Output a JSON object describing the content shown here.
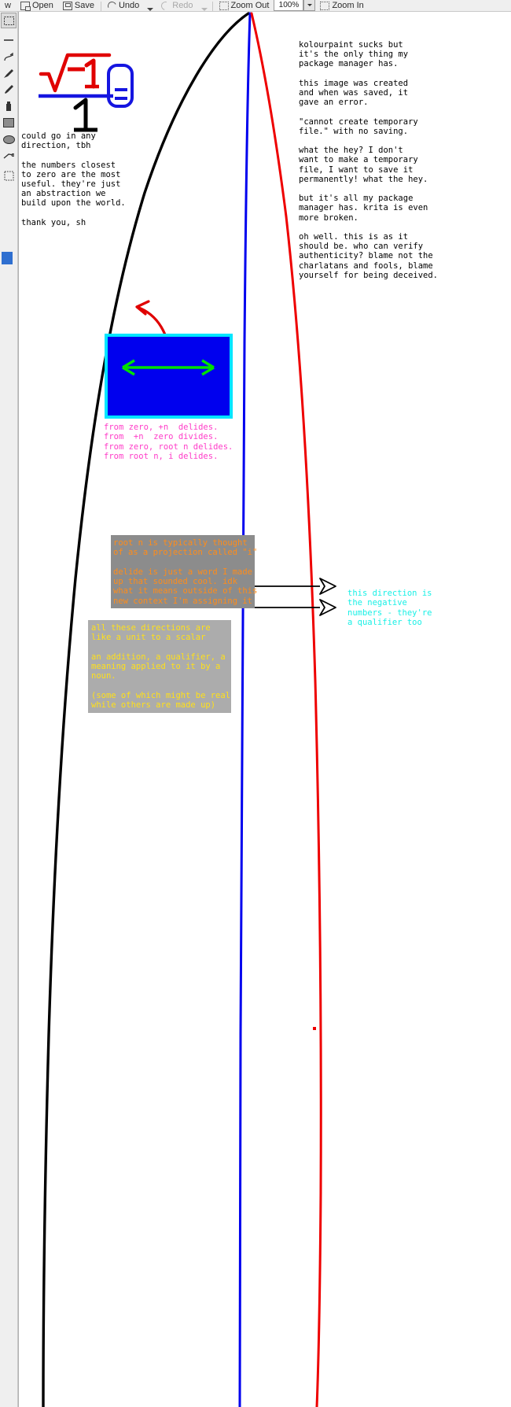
{
  "app": {
    "name": "KolourPaint",
    "zoom_level": "100%"
  },
  "toolbar": {
    "items": [
      {
        "label": "w",
        "icon": "window-icon",
        "enabled": true
      },
      {
        "label": "Open",
        "icon": "open-folder-icon",
        "enabled": true
      },
      {
        "label": "Save",
        "icon": "save-disk-icon",
        "enabled": true
      },
      {
        "label": "Undo",
        "icon": "undo-arrow-icon",
        "enabled": true,
        "has_dropdown": true
      },
      {
        "label": "Redo",
        "icon": "redo-arrow-icon",
        "enabled": false,
        "has_dropdown": true
      },
      {
        "label": "Zoom Out",
        "icon": "zoom-out-icon",
        "enabled": true
      },
      {
        "label": "Zoom In",
        "icon": "zoom-in-icon",
        "enabled": true
      }
    ],
    "zoom_value": "100%"
  },
  "sidebar": {
    "tools": [
      {
        "name": "rectangular-select-tool",
        "selected": true
      },
      {
        "name": "line-tool",
        "selected": false
      },
      {
        "name": "curve-tool",
        "selected": false
      },
      {
        "name": "brush-tool",
        "selected": false
      },
      {
        "name": "color-picker-tool",
        "selected": false
      },
      {
        "name": "spraycan-tool",
        "selected": false
      },
      {
        "name": "rectangle-tool",
        "selected": false
      },
      {
        "name": "ellipse-tool",
        "selected": false
      },
      {
        "name": "connected-lines-tool",
        "selected": false
      },
      {
        "name": "free-form-select-tool",
        "selected": false
      }
    ]
  },
  "canvas": {
    "equation": {
      "numerator": "√−1",
      "denominator": "1",
      "equals": "=",
      "result_box": "blue-rounded-rectangle"
    },
    "notes_left": [
      "could go in any",
      "direction, tbh",
      "",
      "the numbers closest",
      "to zero are the most",
      "useful. they're just",
      "an abstraction we",
      "build upon the world.",
      "",
      "thank you, sh"
    ],
    "notes_right": [
      "kolourpaint sucks but",
      "it's the only thing my",
      "package manager has.",
      "",
      "this image was created",
      "and when was saved, it",
      "gave an error.",
      "",
      "\"cannot create temporary",
      "file.\" with no saving.",
      "",
      "what the hey? I don't",
      "want to make a temporary",
      "file, I want to save it",
      "permanently! what the hey.",
      "",
      "but it's all my package",
      "manager has. krita is even",
      "more broken.",
      "",
      "oh well. this is as it",
      "should be. who can verify",
      "authenticity? blame not the",
      "charlatans and fools, blame",
      "yourself for being deceived."
    ],
    "magenta_lines": [
      "from zero, +n  delides.",
      "from  +n  zero divides.",
      "from zero, root n delides.",
      "from root n, i delides."
    ],
    "orange_box_lines": [
      "root n is typically thought",
      "of as a projection called \"i\"",
      "",
      "delide is just a word I made",
      "up that sounded cool. idk",
      "what it means outside of this",
      "new context I'm assigning it"
    ],
    "yellow_box_lines": [
      "all these directions are",
      "like a unit to a scalar",
      "",
      "an addition, a qualifier, a",
      "meaning applied to it by a",
      "noun.",
      "",
      "(some of which might be real",
      "while others are made up)"
    ],
    "cyan_lines": [
      "this direction is",
      "the negative",
      "numbers - they're",
      "a qualifier too"
    ],
    "colors": {
      "black_curve": "#000000",
      "blue_curve": "#0000ee",
      "red_curve": "#ee0000",
      "magenta_text": "#ff3cc8",
      "orange_text": "#ff8c1a",
      "yellow_text": "#ffe019",
      "cyan_text": "#19f0e6",
      "green_arrow": "#00e000",
      "gray_box_a": "#8c8c8c",
      "gray_box_b": "#acacac",
      "blue_rect_fill": "#0000ee",
      "blue_rect_border": "#00e5ff"
    }
  }
}
